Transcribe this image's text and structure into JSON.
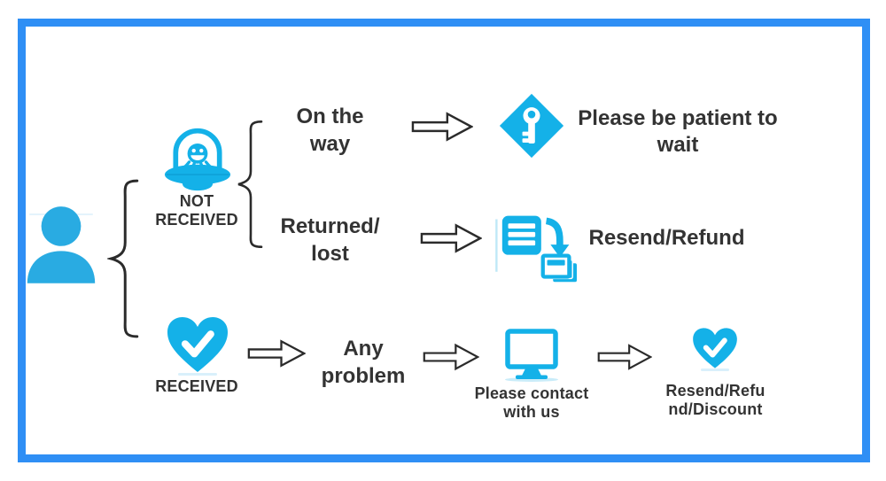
{
  "palette": {
    "frame_blue": "#2f8ff5",
    "icon_cyan": "#14b1e8",
    "person_cyan": "#29abe2",
    "text_dark": "#333333",
    "arrow_outline": "#2b2b2b"
  },
  "flowchart": {
    "root": {
      "icon": "customer-person"
    },
    "not_received": {
      "label": "NOT\nRECEIVED",
      "icon": "alien-ufo"
    },
    "received": {
      "label": "RECEIVED",
      "icon": "heart-check"
    },
    "cases": {
      "on_the_way": {
        "label": "On the\nway",
        "result_icon": "key-diamond",
        "result": "Please be patient to\nwait"
      },
      "returned_lost": {
        "label": "Returned/\nlost",
        "result_icon": "resend-documents",
        "result": "Resend/Refund"
      },
      "any_problem": {
        "label": "Any\nproblem",
        "contact_icon": "computer-monitor",
        "contact": "Please contact\nwith us",
        "outcome_icon": "heart-check-small",
        "outcome": "Resend/Refu\nnd/Discount"
      }
    }
  }
}
